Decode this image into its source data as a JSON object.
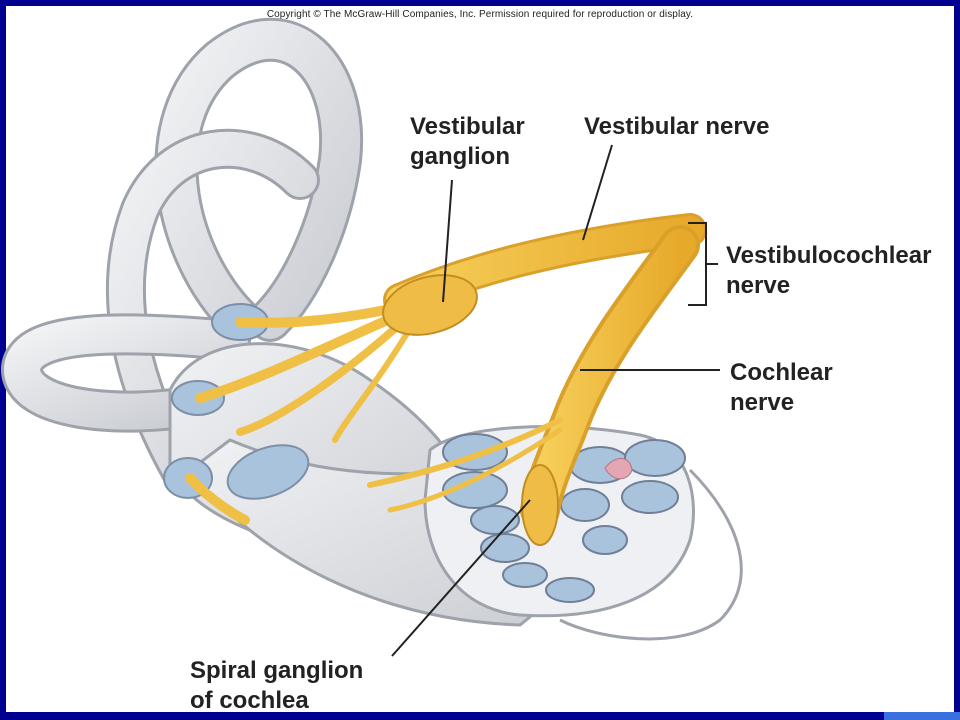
{
  "copyright": "Copyright © The McGraw-Hill Companies, Inc. Permission required for reproduction or display.",
  "labels": {
    "vestibular_ganglion": "Vestibular\nganglion",
    "vestibular_nerve": "Vestibular nerve",
    "vestibulocochlear_nerve": "Vestibulocochlear\nnerve",
    "cochlear_nerve": "Cochlear\nnerve",
    "spiral_ganglion": "Spiral ganglion\nof cochlea"
  },
  "colors": {
    "border": "#000090",
    "nerve": "#f2c04a",
    "bone": "#e4e6ea",
    "fluid": "#aac3dd"
  }
}
